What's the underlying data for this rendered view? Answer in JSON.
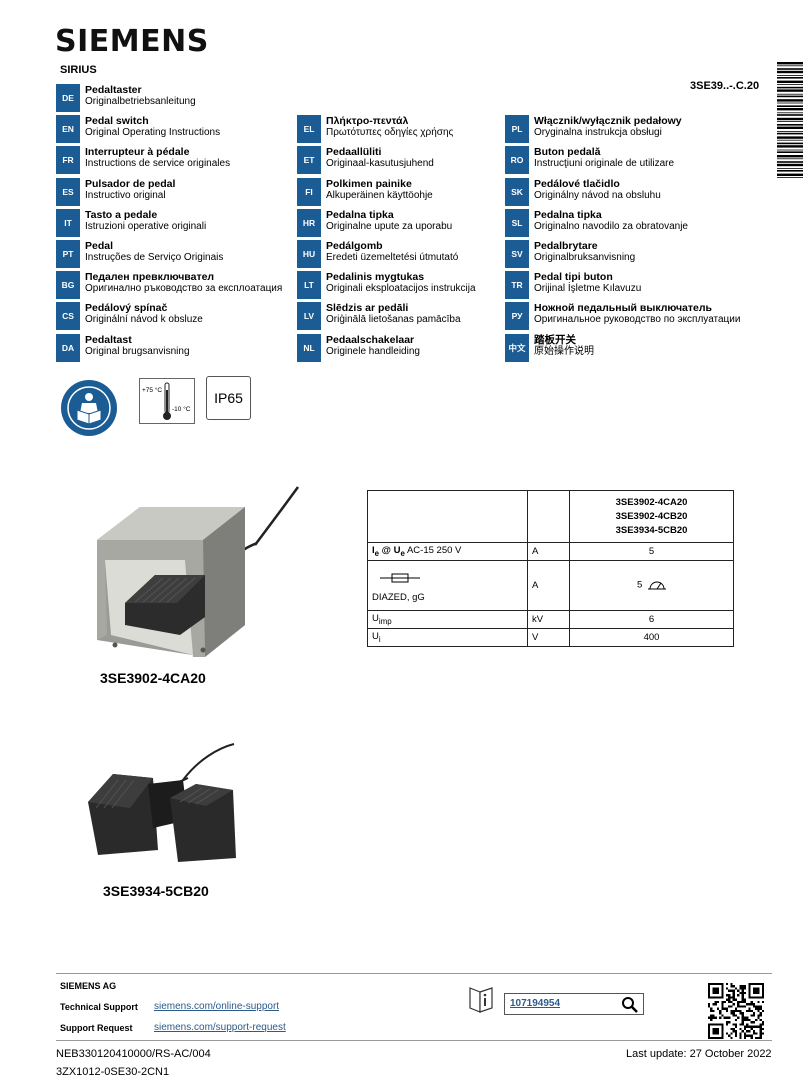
{
  "brand": "SIEMENS",
  "series": "SIRIUS",
  "part_number": "3SE39..-.C.20",
  "languages": [
    {
      "code": "DE",
      "title": "Pedaltaster",
      "subtitle": "Originalbetriebsanleitung"
    },
    {
      "code": "EN",
      "title": "Pedal switch",
      "subtitle": "Original Operating Instructions"
    },
    {
      "code": "FR",
      "title": "Interrupteur à pédale",
      "subtitle": "Instructions de service originales"
    },
    {
      "code": "ES",
      "title": "Pulsador de pedal",
      "subtitle": "Instructivo original"
    },
    {
      "code": "IT",
      "title": "Tasto a pedale",
      "subtitle": "Istruzioni operative originali"
    },
    {
      "code": "PT",
      "title": "Pedal",
      "subtitle": "Instruções de Serviço Originais"
    },
    {
      "code": "BG",
      "title": "Педален превключвател",
      "subtitle": "Оригинално ръководство за експлоатация"
    },
    {
      "code": "CS",
      "title": "Pedálový spínač",
      "subtitle": "Originální návod k obsluze"
    },
    {
      "code": "DA",
      "title": "Pedaltast",
      "subtitle": "Original brugsanvisning"
    },
    {
      "code": "EL",
      "title": "Πλήκτρο-πεντάλ",
      "subtitle": "Πρωτότυπες οδηγίες χρήσης"
    },
    {
      "code": "ET",
      "title": "Pedaallüliti",
      "subtitle": "Originaal-kasutusjuhend"
    },
    {
      "code": "FI",
      "title": "Polkimen painike",
      "subtitle": "Alkuperäinen käyttöohje"
    },
    {
      "code": "HR",
      "title": "Pedalna tipka",
      "subtitle": "Originalne upute za uporabu"
    },
    {
      "code": "HU",
      "title": "Pedálgomb",
      "subtitle": "Eredeti üzemeltetési útmutató"
    },
    {
      "code": "LT",
      "title": "Pedalinis mygtukas",
      "subtitle": "Originali eksploatacijos instrukcija"
    },
    {
      "code": "LV",
      "title": "Slēdzis ar pedāli",
      "subtitle": "Oriģinālā lietošanas pamācība"
    },
    {
      "code": "NL",
      "title": "Pedaalschakelaar",
      "subtitle": "Originele handleiding"
    },
    {
      "code": "PL",
      "title": "Włącznik/wyłącznik pedałowy",
      "subtitle": "Oryginalna instrukcja obsługi"
    },
    {
      "code": "RO",
      "title": "Buton pedală",
      "subtitle": "Instrucţiuni originale de utilizare"
    },
    {
      "code": "SK",
      "title": "Pedálové tlačidlo",
      "subtitle": "Originálny návod na obsluhu"
    },
    {
      "code": "SL",
      "title": "Pedalna tipka",
      "subtitle": "Originalno navodilo za obratovanje"
    },
    {
      "code": "SV",
      "title": "Pedalbrytare",
      "subtitle": "Originalbruksanvisning"
    },
    {
      "code": "TR",
      "title": "Pedal tipi buton",
      "subtitle": "Orijinal İşletme Kılavuzu"
    },
    {
      "code": "РУ",
      "title": "Ножной педальный выключатель",
      "subtitle": "Оригинальное руководство по эксплуатации"
    },
    {
      "code": "中文",
      "title": "踏板开关",
      "subtitle": "原始操作说明"
    }
  ],
  "symbols": {
    "temp_high": "+75 °C",
    "temp_low": "-10 °C",
    "ip_rating": "IP65",
    "manual_icon": "read-manual-icon",
    "thermometer_icon": "thermometer-icon"
  },
  "products": [
    {
      "label": "3SE3902-4CA20"
    },
    {
      "label": "3SE3934-5CB20"
    }
  ],
  "spec_table": {
    "header_models": [
      "3SE3902-4CA20",
      "3SE3902-4CB20",
      "3SE3934-5CB20"
    ],
    "row1": {
      "param_prefix": "I",
      "param_sub1": "e",
      "param_mid": " @ U",
      "param_sub2": "e",
      "param_rest": " AC-15 250 V",
      "unit": "A",
      "value": "5"
    },
    "row2": {
      "param": "DIAZED, gG",
      "unit": "A",
      "value": "5"
    },
    "row3": {
      "param_prefix": "U",
      "param_sub": "imp",
      "unit": "kV",
      "value": "6"
    },
    "row4": {
      "param_prefix": "U",
      "param_sub": "i",
      "unit": "V",
      "value": "400"
    }
  },
  "footer": {
    "company": "SIEMENS AG",
    "support_label": "Technical Support",
    "support_link": "siemens.com/online-support",
    "request_label": "Support Request",
    "request_link": "siemens.com/support-request",
    "search_id": "107194954",
    "doc_number": "NEB330120410000/RS-AC/004",
    "doc_number2": "3ZX1012-0SE30-2CN1",
    "last_update": "Last update: 27 October 2022"
  },
  "colors": {
    "code_blue": "#1b5c95",
    "link_blue": "#2b5b8a"
  }
}
